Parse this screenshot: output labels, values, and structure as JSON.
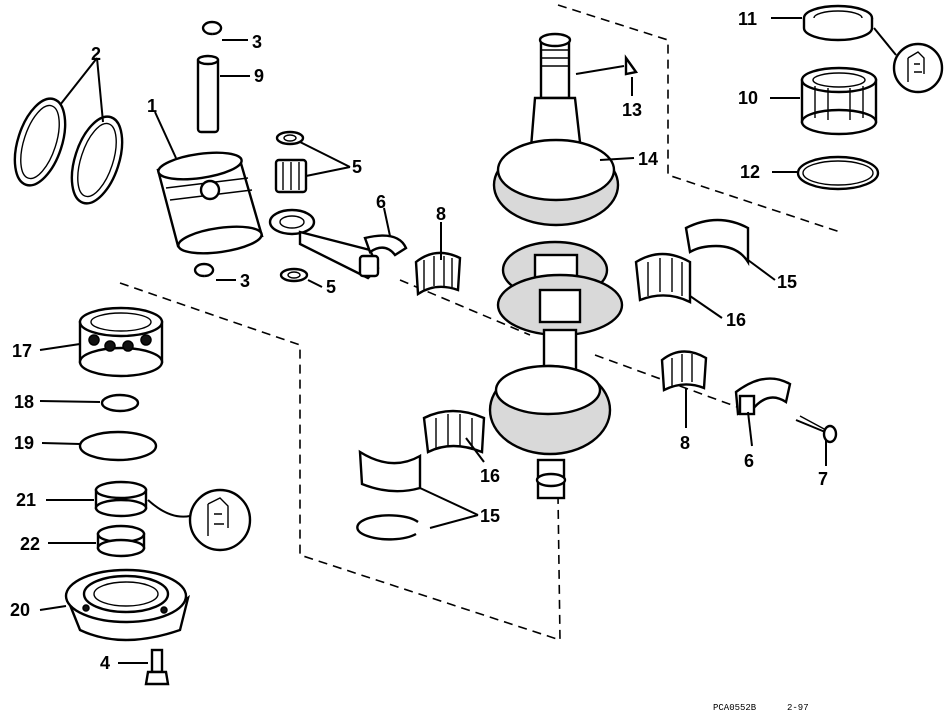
{
  "callouts": {
    "c1": "1",
    "c2": "2",
    "c3a": "3",
    "c3b": "3",
    "c4": "4",
    "c5a": "5",
    "c5b": "5",
    "c6a": "6",
    "c6b": "6",
    "c7": "7",
    "c8a": "8",
    "c8b": "8",
    "c9": "9",
    "c10": "10",
    "c11": "11",
    "c12": "12",
    "c13": "13",
    "c14": "14",
    "c15a": "15",
    "c15b": "15",
    "c16a": "16",
    "c16b": "16",
    "c17": "17",
    "c18": "18",
    "c19": "19",
    "c20": "20",
    "c21": "21",
    "c22": "22"
  },
  "footer": {
    "code": "PCA0552B",
    "date": "2-97"
  }
}
